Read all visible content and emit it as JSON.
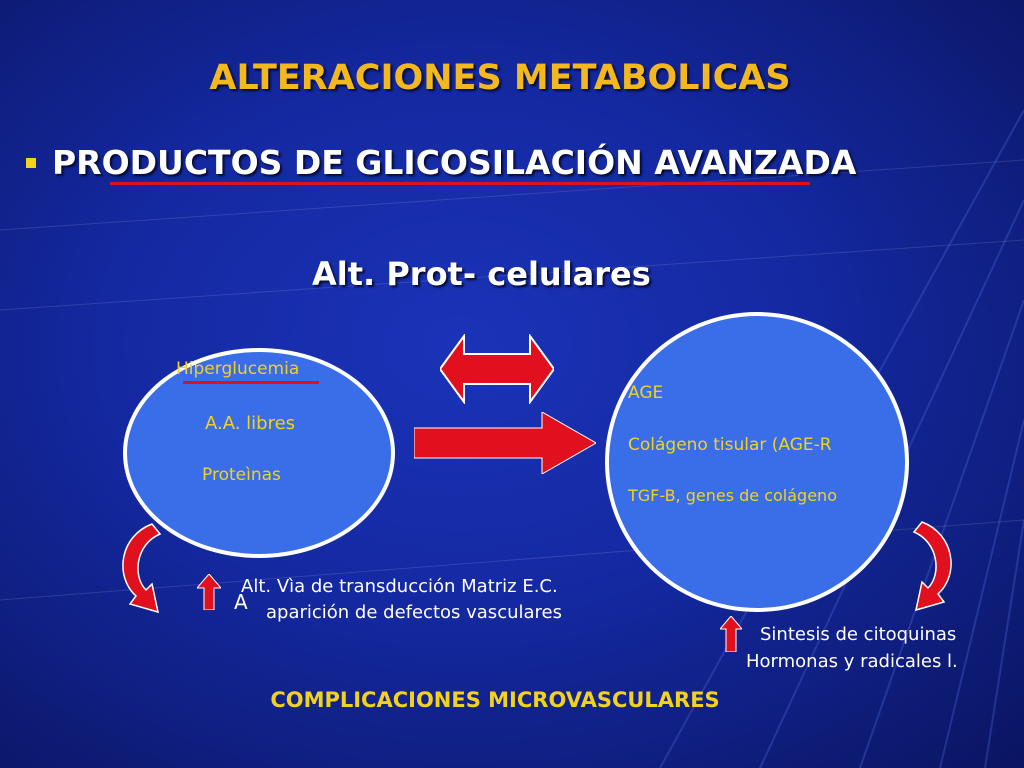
{
  "slide": {
    "title": "ALTERACIONES METABOLICAS",
    "bullet": "PRODUCTOS  DE GLICOSILACIÓN AVANZADA",
    "subtitle": "Alt. Prot- celulares",
    "left_circle": {
      "items": [
        "Hiperglucemia",
        "A.A. libres",
        "Proteìnas"
      ]
    },
    "right_circle": {
      "items": [
        "AGE",
        "Colágeno tisular (AGE-R",
        "TGF-B, genes  de  colágeno"
      ]
    },
    "left_note": {
      "letter": "A",
      "lines": [
        "Alt. Vìa de transducción  Matriz E.C.",
        "aparición de defectos vasculares"
      ]
    },
    "right_note": {
      "lines": [
        "Sintesis de  citoquinas",
        "Hormonas  y radicales l."
      ]
    },
    "footer": "COMPLICACIONES  MICROVASCULARES"
  },
  "colors": {
    "background": "#1428a0",
    "title": "#f2b81e",
    "circle_fill": "#3a6ee8",
    "arrow_red": "#e0101e",
    "text_yellow": "#f2d21e"
  }
}
